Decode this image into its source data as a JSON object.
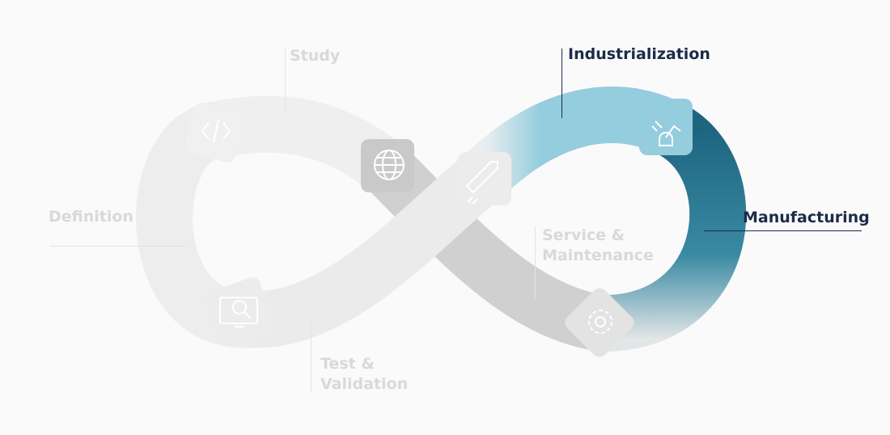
{
  "stages": [
    {
      "id": "study",
      "label": "Study",
      "active": false,
      "icon": "code-icon"
    },
    {
      "id": "industrialization",
      "label": "Industrialization",
      "active": true,
      "icon": "robot-arm-icon"
    },
    {
      "id": "definition",
      "label": "Definition",
      "active": false,
      "icon": "globe-icon"
    },
    {
      "id": "manufacturing",
      "label": "Manufacturing",
      "active": true,
      "icon": "robot-arm-icon"
    },
    {
      "id": "service",
      "label_line1": "Service &",
      "label_line2": "Maintenance",
      "active": false,
      "icon": "gear-icon"
    },
    {
      "id": "test",
      "label_line1": "Test &",
      "label_line2": "Validation",
      "active": false,
      "icon": "monitor-search-icon"
    }
  ],
  "colors": {
    "light_blue": "#94cddd",
    "dark_teal": "#2f7f98",
    "grey": "#d2d2d2",
    "light_grey": "#ececec",
    "text_active": "#1e2a4a",
    "text_dim": "#d9d9d9"
  }
}
